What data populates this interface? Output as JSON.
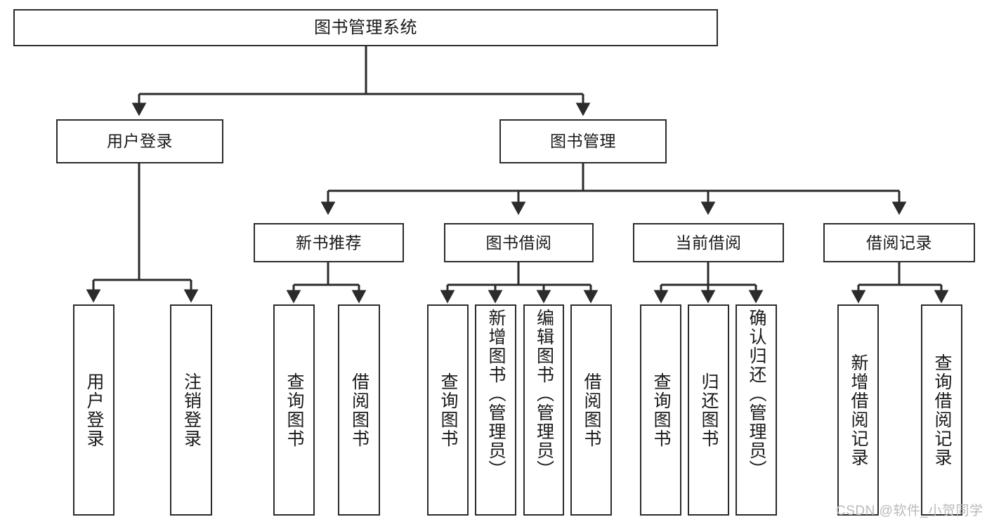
{
  "diagram": {
    "title": "图书管理系统",
    "type": "功能结构图",
    "colors": {
      "stroke": "#2b2b2b",
      "fill": "#ffffff",
      "text": "#1a1a1a",
      "watermark": "#b9b9b9"
    }
  },
  "nodes": {
    "root": {
      "label": "图书管理系统"
    },
    "level2": [
      {
        "id": "user-login",
        "label": "用户登录"
      },
      {
        "id": "book-manage",
        "label": "图书管理"
      }
    ],
    "level3": [
      {
        "id": "new-book-recommend",
        "label": "新书推荐"
      },
      {
        "id": "book-borrow",
        "label": "图书借阅"
      },
      {
        "id": "current-borrow",
        "label": "当前借阅"
      },
      {
        "id": "borrow-record",
        "label": "借阅记录"
      }
    ],
    "leaves": {
      "user-login": [
        {
          "id": "leaf-user-login",
          "label": "用户登录"
        },
        {
          "id": "leaf-logout-login",
          "label": "注销登录"
        }
      ],
      "new-book-recommend": [
        {
          "id": "leaf-query-book-1",
          "label": "查询图书"
        },
        {
          "id": "leaf-borrow-book-1",
          "label": "借阅图书"
        }
      ],
      "book-borrow": [
        {
          "id": "leaf-query-book-2",
          "label": "查询图书"
        },
        {
          "id": "leaf-add-book",
          "label": "新增图书（管理员）"
        },
        {
          "id": "leaf-edit-book",
          "label": "编辑图书（管理员）"
        },
        {
          "id": "leaf-borrow-book-2",
          "label": "借阅图书"
        }
      ],
      "current-borrow": [
        {
          "id": "leaf-query-book-3",
          "label": "查询图书"
        },
        {
          "id": "leaf-return-book",
          "label": "归还图书"
        },
        {
          "id": "leaf-confirm-return",
          "label": "确认归还（管理员）"
        }
      ],
      "borrow-record": [
        {
          "id": "leaf-add-record",
          "label": "新增借阅记录"
        },
        {
          "id": "leaf-query-record",
          "label": "查询借阅记录"
        }
      ]
    }
  },
  "watermark": {
    "text": "CSDN @软件_小贺同学"
  }
}
